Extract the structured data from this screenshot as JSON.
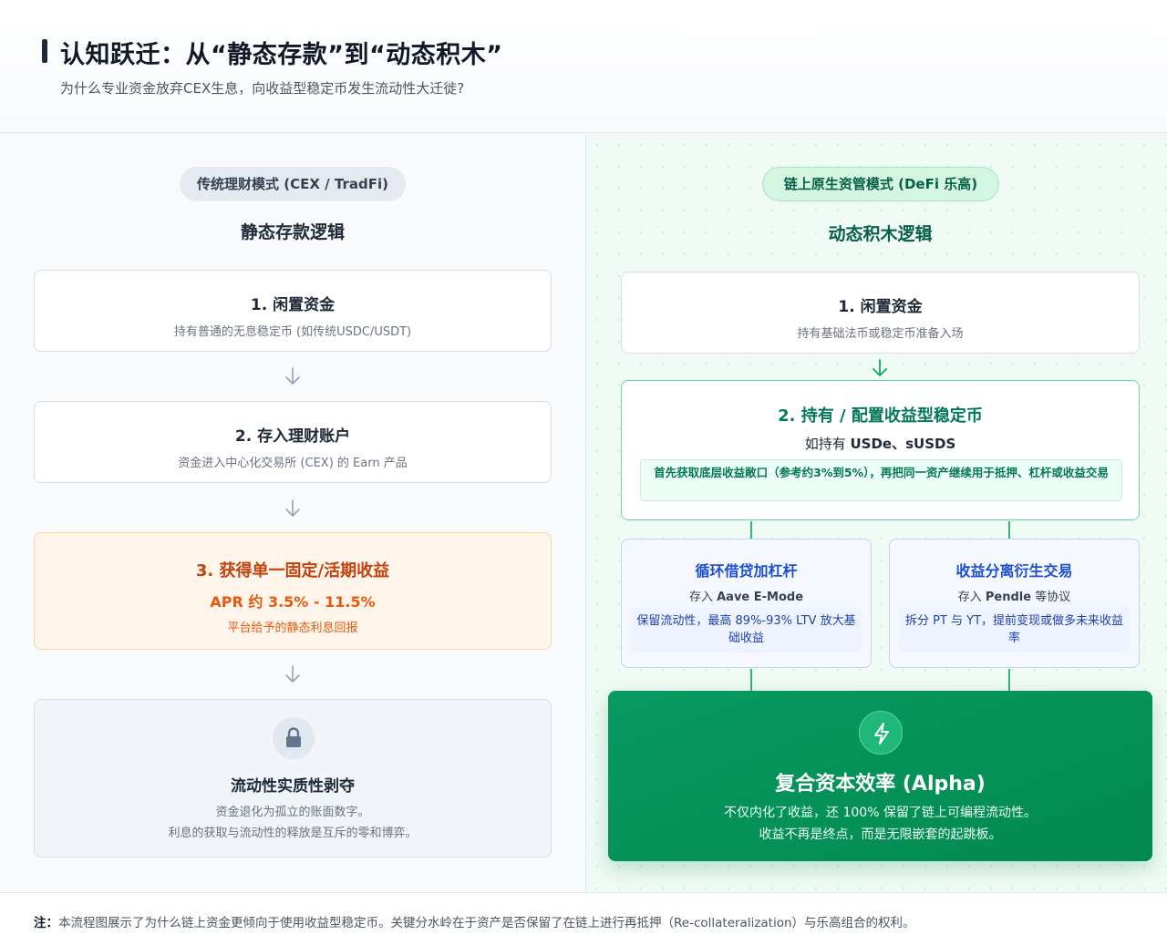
{
  "header": {
    "title": "认知跃迁：从“静态存款”到“动态积木”",
    "subtitle": "为什么专业资金放弃CEX生息，向收益型稳定币发生流动性大迁徙?"
  },
  "left": {
    "pill": "传统理财模式 (CEX / TradFi)",
    "heading": "静态存款逻辑",
    "step1": {
      "title": "1. 闲置资金",
      "desc": "持有普通的无息稳定币 (如传统USDC/USDT)"
    },
    "step2": {
      "title": "2. 存入理财账户",
      "desc": "资金进入中心化交易所 (CEX) 的 Earn 产品"
    },
    "step3": {
      "title": "3. 获得单一固定/活期收益",
      "apr": "APR 约 3.5% - 11.5%",
      "note": "平台给予的静态利息回报"
    },
    "step4": {
      "icon": "lock-icon",
      "title": "流动性实质性剥夺",
      "desc1": "资金退化为孤立的账面数字。",
      "desc2": "利息的获取与流动性的释放是互斥的零和博弈。"
    }
  },
  "right": {
    "pill": "链上原生资管模式 (DeFi 乐高)",
    "heading": "动态积木逻辑",
    "step1": {
      "title": "1. 闲置资金",
      "desc": "持有基础法币或稳定币准备入场"
    },
    "step2": {
      "title": "2. 持有 / 配置收益型稳定币",
      "sub_prefix": "如持有 ",
      "sub_bold": "USDe、sUSDS",
      "box": "首先获取底层收益敞口（参考约3%到5%），再把同一资产继续用于抵押、杠杆或收益交易"
    },
    "branch_a": {
      "title": "循环借贷加杠杆",
      "sub_prefix": "存入 ",
      "sub_bold": "Aave E-Mode",
      "box": "保留流动性，最高 89%-93% LTV 放大基础收益"
    },
    "branch_b": {
      "title": "收益分离衍生交易",
      "sub_prefix": "存入 ",
      "sub_bold": "Pendle",
      "sub_suffix": " 等协议",
      "box": "拆分 PT 与 YT，提前变现或做多未来收益率"
    },
    "result": {
      "icon": "lightning-bolt-icon",
      "title": "复合资本效率 (Alpha)",
      "desc1": "不仅内化了收益，还 100% 保留了链上可编程流动性。",
      "desc2": "收益不再是终点，而是无限嵌套的起跳板。"
    }
  },
  "footer": {
    "label": "注：",
    "text": "本流程图展示了为什么链上资金更倾向于使用收益型稳定币。关键分水岭在于资产是否保留了在链上进行再抵押（Re-collateralization）与乐高组合的权利。"
  },
  "colors": {
    "accent_green": "#079a62",
    "accent_orange": "#ea580c",
    "accent_blue": "#1d4ed8"
  }
}
